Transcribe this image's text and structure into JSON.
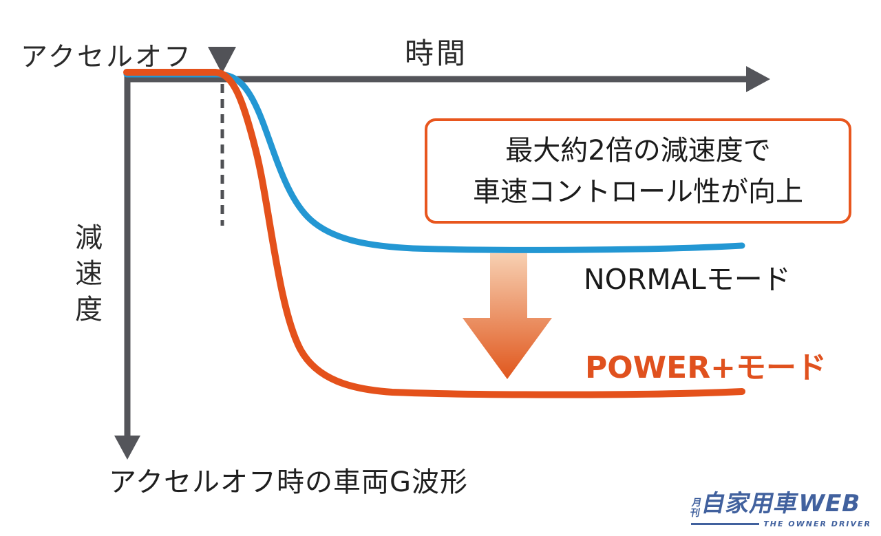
{
  "colors": {
    "axis": "#54555a",
    "dashed": "#4f5054",
    "marker": "#515257",
    "normal_blue": "#2397d3",
    "power_orange": "#e4511b",
    "callout_border": "#e8561e",
    "text_dark": "#1d1d1d",
    "arrow_gradient_top": "#f7d0b2",
    "arrow_gradient_bottom": "#e0571d",
    "logo_blue": "#41619e"
  },
  "chart": {
    "accel_off_label": "アクセルオフ",
    "time_axis_label": "時間",
    "decel_axis_label": "減速度",
    "callout_line1": "最大約2倍の減速度で",
    "callout_line2": "車速コントロール性が向上",
    "normal_label": "NORMALモード",
    "power_label": "POWER+モード",
    "caption": "アクセルオフ時の車両G波形"
  },
  "logo": {
    "prefix": [
      "月",
      "刊"
    ],
    "name": "自家用車WEB",
    "tagline": "THE OWNER DRIVER"
  },
  "chart_data": {
    "type": "line",
    "title": "アクセルオフ時の車両G波形",
    "xlabel": "時間",
    "ylabel": "減速度",
    "axis_style": "qualitative, no tick labels; deceleration axis points downward",
    "grid": false,
    "legend_position": "inline-right of each curve",
    "accel_off_time": 15.6,
    "units": "relative deceleration (POWER+ steady-state = 1.0), time 0-100",
    "series": [
      {
        "name": "NORMALモード",
        "color": "#2397d3",
        "x": [
          0,
          15.3,
          19.7,
          24.2,
          28.7,
          32.3,
          36.8,
          42.0,
          57.6,
          79.9,
          100
        ],
        "y": [
          0,
          0,
          0.08,
          0.19,
          0.4,
          0.47,
          0.51,
          0.53,
          0.54,
          0.55,
          0.53
        ]
      },
      {
        "name": "POWER+モード",
        "color": "#e4511b",
        "x": [
          0,
          14.7,
          18.6,
          22.5,
          26.4,
          29.8,
          32.3,
          37.2,
          44.3,
          57.6,
          79.9,
          100
        ],
        "y": [
          0,
          0,
          0.1,
          0.32,
          0.69,
          0.89,
          0.94,
          0.99,
          1.0,
          1.0,
          1.01,
          1.0
        ]
      }
    ],
    "annotations": [
      {
        "type": "event-marker",
        "text": "アクセルオフ",
        "x": 15.6,
        "style": "down-triangle + dashed vertical line"
      },
      {
        "type": "callout-box",
        "text": "最大約2倍の減速度で車速コントロール性が向上"
      },
      {
        "type": "big-arrow",
        "meaning": "NORMAL → POWER+ deceleration increase",
        "direction": "down"
      }
    ]
  }
}
